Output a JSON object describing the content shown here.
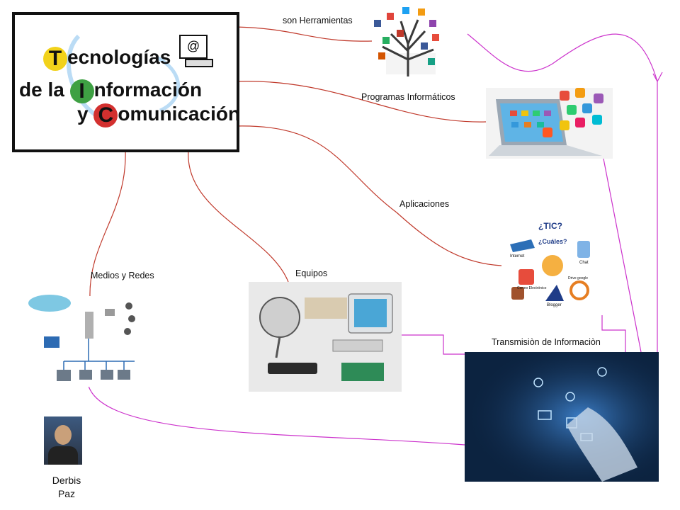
{
  "root": {
    "line1_initial": "T",
    "line1_rest": "ecnologías",
    "line2_prefix": "de la ",
    "line2_initial": "I",
    "line2_rest": "nformación",
    "line3_prefix": "y ",
    "line3_initial": "C",
    "line3_rest": "omunicación",
    "email_glyph": "@"
  },
  "labels": {
    "herramientas": "son Herramientas",
    "programas": "Programas Informáticos",
    "aplicaciones": "Aplicaciones",
    "medios": "Medios y Redes",
    "equipos": "Equipos",
    "transmision": "Transmisiòn de Informaciòn"
  },
  "apps_image": {
    "tic": "¿TIC?",
    "cuales": "¿Cuáles?",
    "internet": "Internet",
    "chat": "Chat",
    "correo": "Correo Electrónico",
    "drive": "Drive google",
    "blogger": "Blogger"
  },
  "author": {
    "first": "Derbis",
    "last": "Paz"
  },
  "colors": {
    "connector_red": "#c0392b",
    "connector_magenta": "#cc33cc",
    "logo_yellow": "#f2d21b",
    "logo_green": "#3ea043",
    "logo_red": "#d3302f"
  }
}
